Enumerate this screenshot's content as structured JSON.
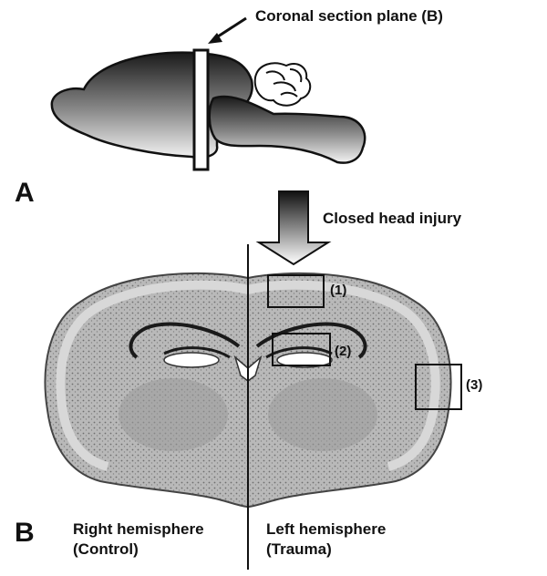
{
  "panel_a": {
    "letter": "A",
    "plane_label": "Coronal section plane (B)"
  },
  "panel_b": {
    "letter": "B",
    "injury_label": "Closed head injury",
    "regions": [
      "(1)",
      "(2)",
      "(3)"
    ],
    "right_hemisphere": {
      "name": "Right hemisphere",
      "condition": "(Control)"
    },
    "left_hemisphere": {
      "name": "Left hemisphere",
      "condition": "(Trauma)"
    }
  }
}
